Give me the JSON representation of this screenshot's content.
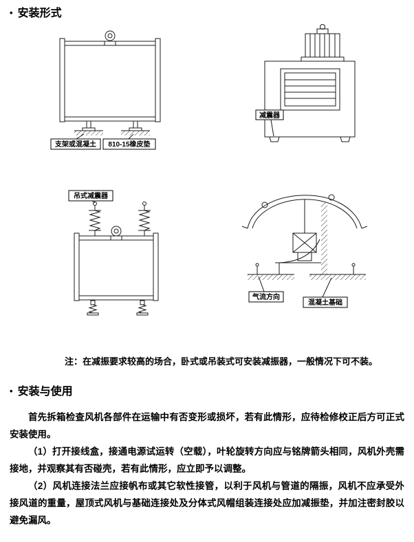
{
  "page": {
    "bullet": "•",
    "section1_title": "安装形式",
    "section2_title": "安装与使用",
    "note": "注：在减振要求较高的场合，卧式或吊装式可安装减振器，一般情况下可不装。"
  },
  "diagrams": {
    "horizontal_mount": {
      "label_support": "支架或混凝土",
      "label_pad": "810-15橡皮垫"
    },
    "box_fan": {
      "label_damper": "减震器"
    },
    "hanging_mount": {
      "label_hanger": "吊式减震器"
    },
    "roof_fan": {
      "label_airflow": "气流方向",
      "label_foundation": "混凝土基础"
    }
  },
  "usage": {
    "p1": "首先拆箱检查风机各部件在运输中有否变形或损坏，若有此情形，应待检修校正后方可正式安装使用。",
    "p2": "（1）打开接线盒，接通电源试运转（空载），叶轮旋转方向应与铭牌箭头相同，风机外壳需接地，并观察其有否碰壳，若有此情形，应立即予以调整。",
    "p3": "（2）风机连接法兰应接帆布或其它软性接管，以利于风机与管道的隔振，风机不应承受外接风道的重量，屋顶式风机与基础连接处及分体式风帽组装连接处应加减振垫，并加注密封胶以避免漏风。"
  }
}
